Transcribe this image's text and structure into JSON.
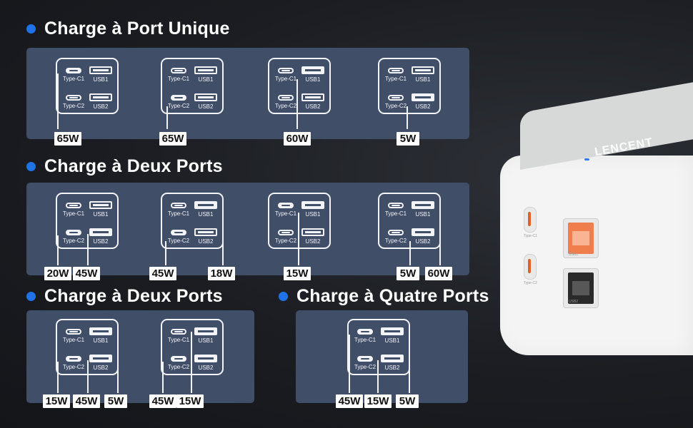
{
  "sections": [
    {
      "heading": "Charge à Port Unique"
    },
    {
      "heading": "Charge à Deux Ports"
    },
    {
      "heading": "Charge à Deux Ports"
    },
    {
      "heading": "Charge à Quatre Ports"
    }
  ],
  "port_labels": {
    "c1": "Type-C1",
    "c2": "Type-C2",
    "a1": "USB1",
    "a2": "USB2"
  },
  "single": [
    {
      "port": "Type-C1",
      "watts": [
        "65W"
      ]
    },
    {
      "port": "Type-C2",
      "watts": [
        "65W"
      ]
    },
    {
      "port": "USB1",
      "watts": [
        "60W"
      ]
    },
    {
      "port": "USB2",
      "watts": [
        "5W"
      ]
    }
  ],
  "dual": [
    {
      "ports": [
        "Type-C2",
        "USB2"
      ],
      "watts": [
        "20W",
        "45W"
      ]
    },
    {
      "ports": [
        "Type-C2",
        "USB1"
      ],
      "watts": [
        "45W",
        "18W"
      ]
    },
    {
      "ports": [
        "Type-C1",
        "USB1"
      ],
      "watts": [
        "15W"
      ]
    },
    {
      "ports": [
        "USB2",
        "USB1"
      ],
      "watts": [
        "5W",
        "60W"
      ]
    }
  ],
  "triple": [
    {
      "ports": [
        "Type-C2",
        "USB1",
        "USB2"
      ],
      "watts": [
        "15W",
        "45W",
        "5W"
      ]
    },
    {
      "ports": [
        "Type-C2",
        "USB1",
        "USB2"
      ],
      "watts": [
        "45W",
        "15W"
      ]
    }
  ],
  "quad": [
    {
      "ports": [
        "Type-C1",
        "Type-C2",
        "USB1",
        "USB2"
      ],
      "watts": [
        "45W",
        "15W",
        "5W"
      ]
    }
  ],
  "charger": {
    "brand": "LENCENT",
    "c1": "Type-C1",
    "c2": "Type-C2",
    "a1": "USB1",
    "a2": "USB2"
  },
  "colors": {
    "accent": "#1f73e6",
    "panel": "#414e68",
    "background": "#1b1d22"
  }
}
